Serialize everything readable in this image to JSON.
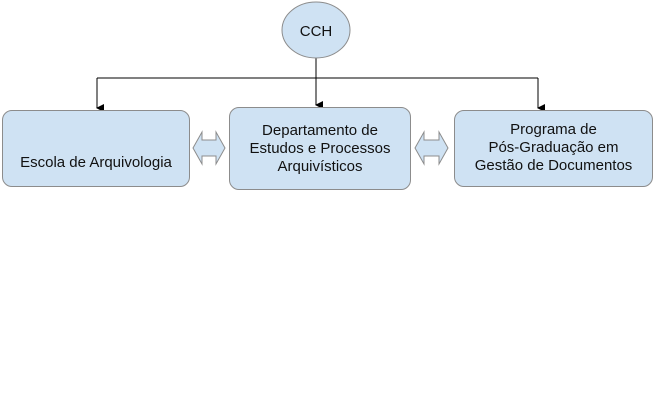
{
  "nodes": {
    "root": "CCH",
    "left": "Escola de Arquivologia",
    "middle": [
      "Departamento de",
      "Estudos e Processos",
      "Arquivísticos"
    ],
    "right": [
      "Programa de",
      "Pós-Graduação em",
      "Gestão de Documentos"
    ]
  },
  "colors": {
    "fill": "#cfe2f3",
    "border": "#8c8c8c",
    "line": "#000000"
  }
}
